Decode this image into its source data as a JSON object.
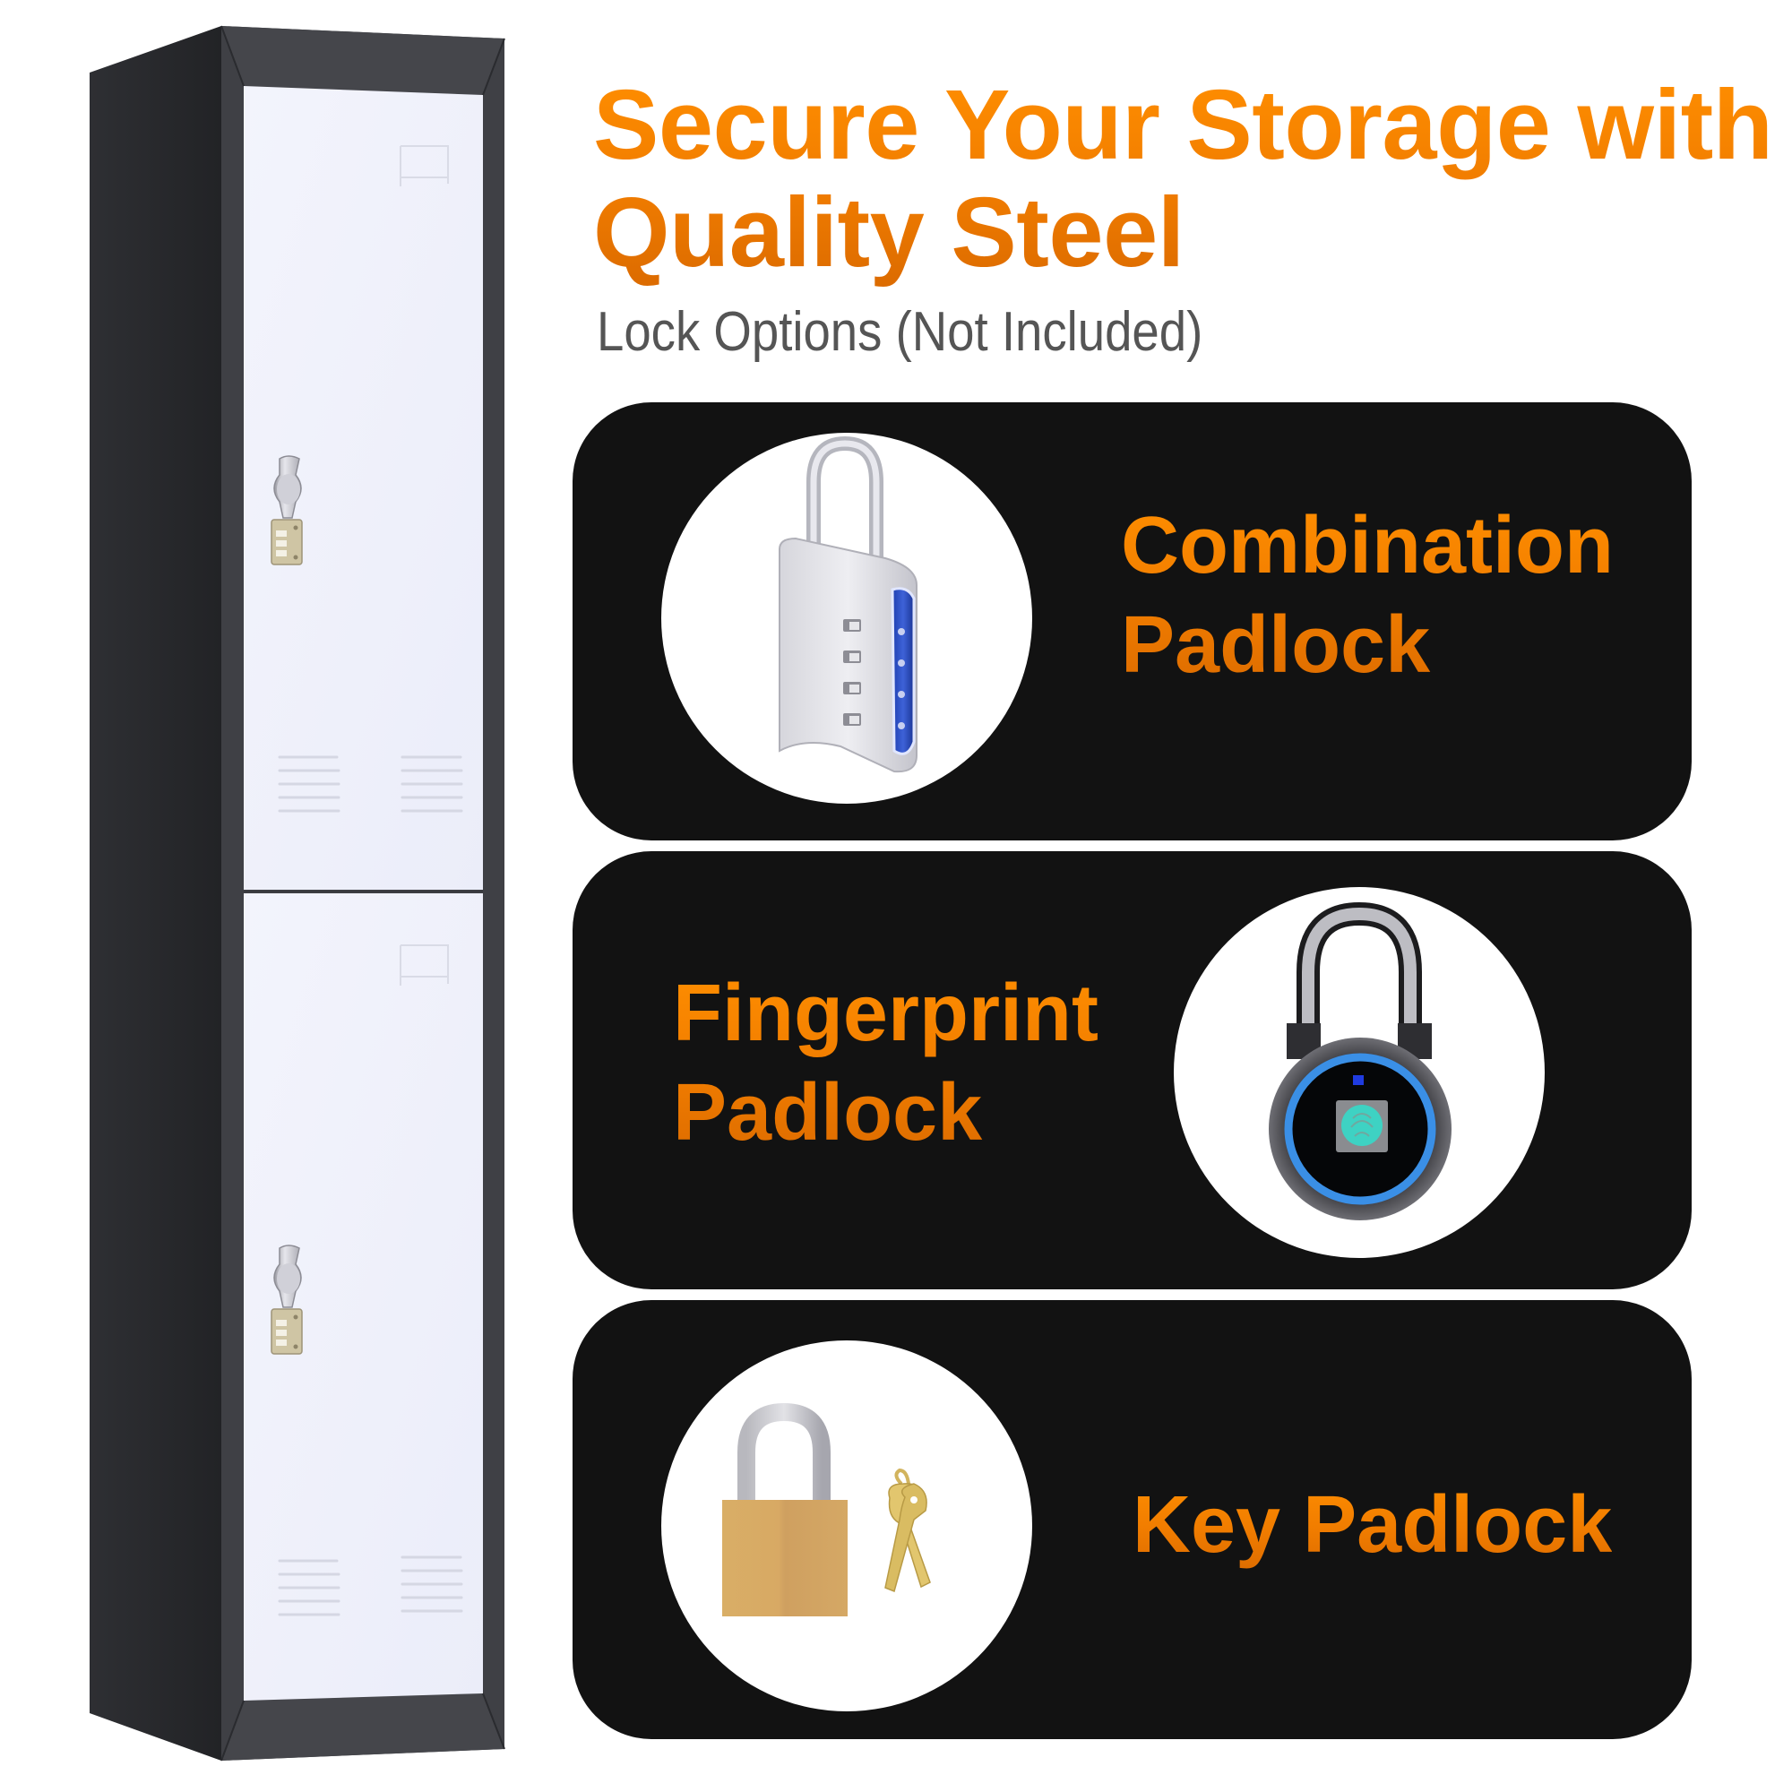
{
  "header": {
    "title_lines": [
      "Secure Your Storage with",
      "Quality Steel"
    ],
    "subtitle": "Lock Options (Not Included)"
  },
  "product": {
    "name": "locker",
    "doors": 2,
    "body_color": "#3F4045",
    "side_color": "#2A2B2F",
    "door_color": "#EEF0FA"
  },
  "lock_options": [
    {
      "id": "combination",
      "label_lines": [
        "Combination",
        "Padlock"
      ],
      "icon": "combination-padlock-icon"
    },
    {
      "id": "fingerprint",
      "label_lines": [
        "Fingerprint",
        "Padlock"
      ],
      "icon": "fingerprint-padlock-icon"
    },
    {
      "id": "key",
      "label_lines": [
        "Key Padlock"
      ],
      "icon": "key-padlock-icon"
    }
  ],
  "colors": {
    "accent_orange": "#FF8C00",
    "accent_orange_dark": "#DC6B00",
    "card_background": "#121212",
    "subtitle_gray": "#555555"
  }
}
